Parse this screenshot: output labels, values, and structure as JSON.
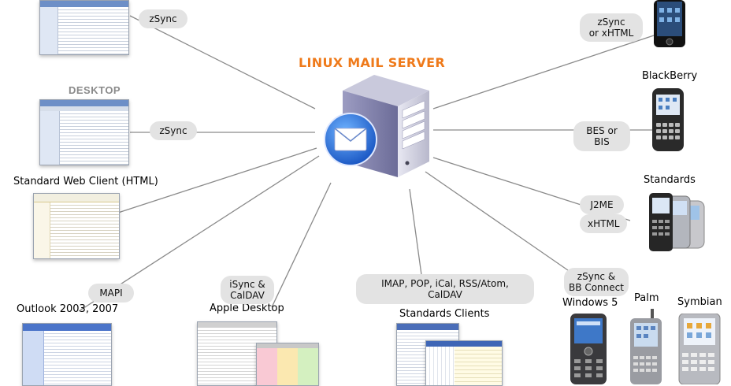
{
  "title": "LINUX MAIL SERVER",
  "desktop_label": "DESKTOP",
  "connections": {
    "zsync_top": "zSync",
    "zsync_mid": "zSync",
    "mapi": "MAPI",
    "isync_l1": "iSync &",
    "isync_l2": "CalDAV",
    "imap": "IMAP, POP, iCal, RSS/Atom, CalDAV",
    "zsync_xhtml_l1": "zSync",
    "zsync_xhtml_l2": "or xHTML",
    "bes": "BES or BIS",
    "j2me": "J2ME",
    "xhtml": "xHTML",
    "zsync_bb_l1": "zSync &",
    "zsync_bb_l2": "BB Connect"
  },
  "clients": {
    "web": "Standard Web Client (HTML)",
    "outlook": "Outlook 2003, 2007",
    "apple": "Apple Desktop",
    "standards_clients": "Standards Clients",
    "blackberry": "BlackBerry",
    "standards": "Standards",
    "windows5": "Windows 5",
    "palm": "Palm",
    "symbian": "Symbian"
  },
  "colors": {
    "title": "#ef7a1a",
    "pill": "#e3e3e3",
    "line": "#8a8a8a",
    "envelope": "#2d6fd8"
  }
}
